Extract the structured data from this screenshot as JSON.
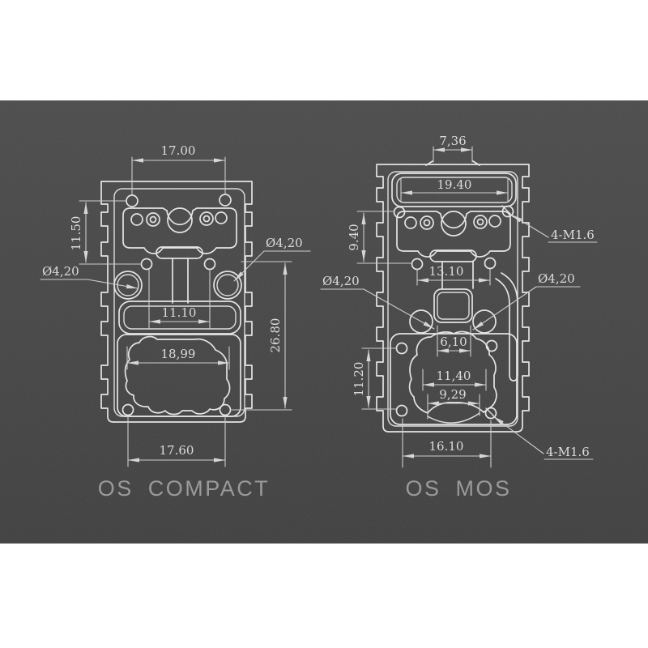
{
  "colors": {
    "page_bg": "#ffffff",
    "panel_top": "#424242",
    "panel_bottom": "#363636",
    "part_line": "#e4e4e4",
    "dim_line": "#cdcdcd",
    "dim_text": "#dcdcdc",
    "title_text": "#9a9a9a"
  },
  "drawings": {
    "compact": {
      "title": "OS COMPACT",
      "dims": {
        "top_width": "17.00",
        "left_height": "11.50",
        "hole_left": "Ø4,20",
        "hole_right": "Ø4,20",
        "slot_width": "11.10",
        "cavity_width": "18,99",
        "right_height": "26.80",
        "bottom_width": "17.60"
      }
    },
    "mos": {
      "title": "OS MOS",
      "dims": {
        "top_notch_width": "7,36",
        "slot_width": "19.40",
        "upper_left_height": "9.40",
        "screw_top": "4-M1.6",
        "mid_width": "13.10",
        "hole_left": "Ø4,20",
        "hole_right": "Ø4,20",
        "center_gap": "6,10",
        "cavity_width": "11,40",
        "pocket_width": "9,29",
        "lower_left_height": "11.20",
        "bottom_width": "16.10",
        "screw_bottom": "4-M1.6"
      }
    }
  }
}
